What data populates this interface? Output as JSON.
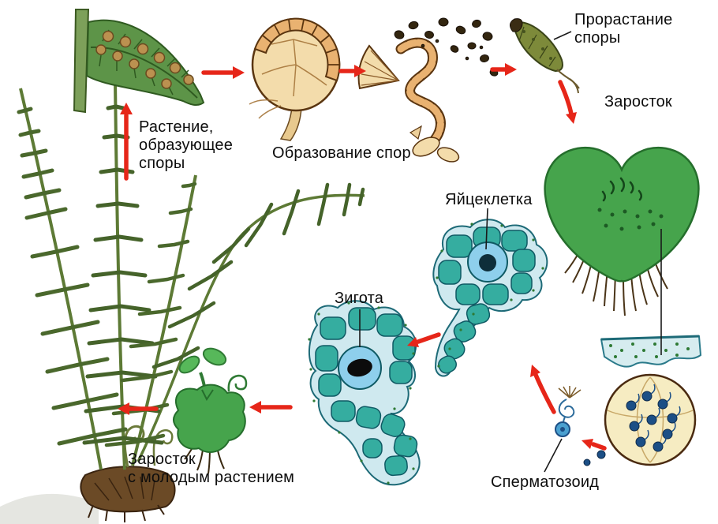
{
  "labels": {
    "spore_plant": "Растение,\nобразующее\nспоры",
    "spore_formation": "Образование спор",
    "spore_germination": "Прорастание\nспоры",
    "prothallus": "Заросток",
    "egg_cell": "Яйцеклетка",
    "zygote": "Зигота",
    "prothallus_with_young_plant": "Заросток\nс молодым растением",
    "sperm": "Сперматозоид"
  },
  "colors": {
    "arrow_red": "#e62619",
    "connector_black": "#1a1a1a",
    "fern_green": "#4a682c",
    "prothallus_green": "#46a44c",
    "sporangium_tan": "#f3dcab",
    "annulus_orange": "#e9b271",
    "spore_brown": "#33260f",
    "cell_teal": "#35ada0",
    "cell_wall_blue": "#cfe9ef",
    "egg_blue": "#8ecfec",
    "sperm_blue": "#1c4f86",
    "antheridium_yellow": "#f6ecc2",
    "text": "#0d0d0d",
    "background": "#ffffff"
  }
}
